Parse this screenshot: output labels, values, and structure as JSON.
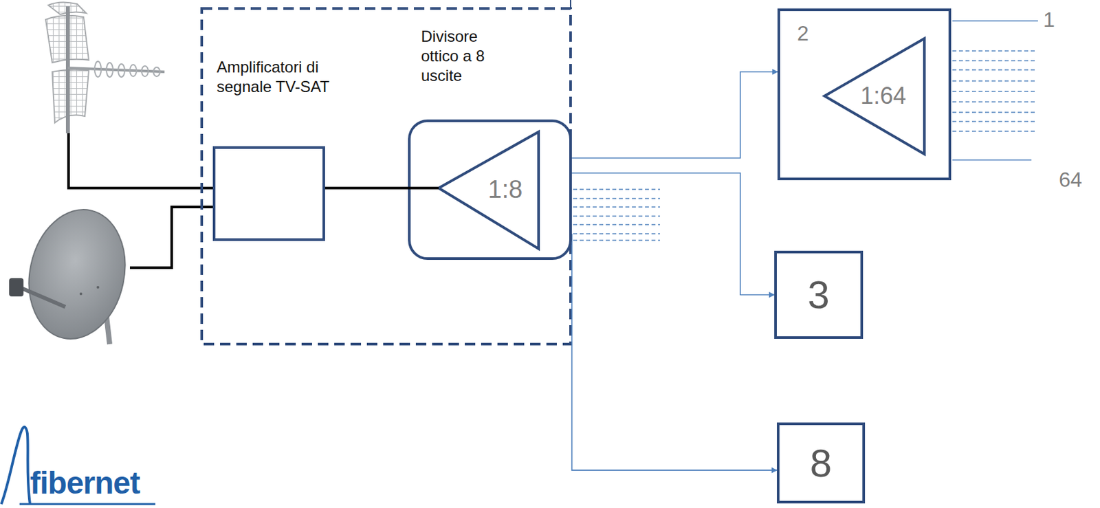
{
  "diagram": {
    "nodes": [
      {
        "text": [
          "Amplificatori di segnale TV-SAT"
        ]
      },
      {
        "text": [
          "Divisore ottico a 8 uscite",
          "1:8"
        ]
      },
      {
        "text": [
          "2",
          "1:64"
        ]
      },
      {
        "text": [
          "3"
        ]
      },
      {
        "text": [
          "8"
        ]
      }
    ],
    "edges": [
      {
        "from": 0,
        "to": 1,
        "arrow": "none"
      },
      {
        "from": 1,
        "to": 2,
        "arrow": "to"
      },
      {
        "from": 1,
        "to": 3,
        "arrow": "to"
      },
      {
        "from": 1,
        "to": 4,
        "arrow": "to"
      }
    ],
    "labels": [
      "1",
      "64",
      "fibernet"
    ]
  }
}
